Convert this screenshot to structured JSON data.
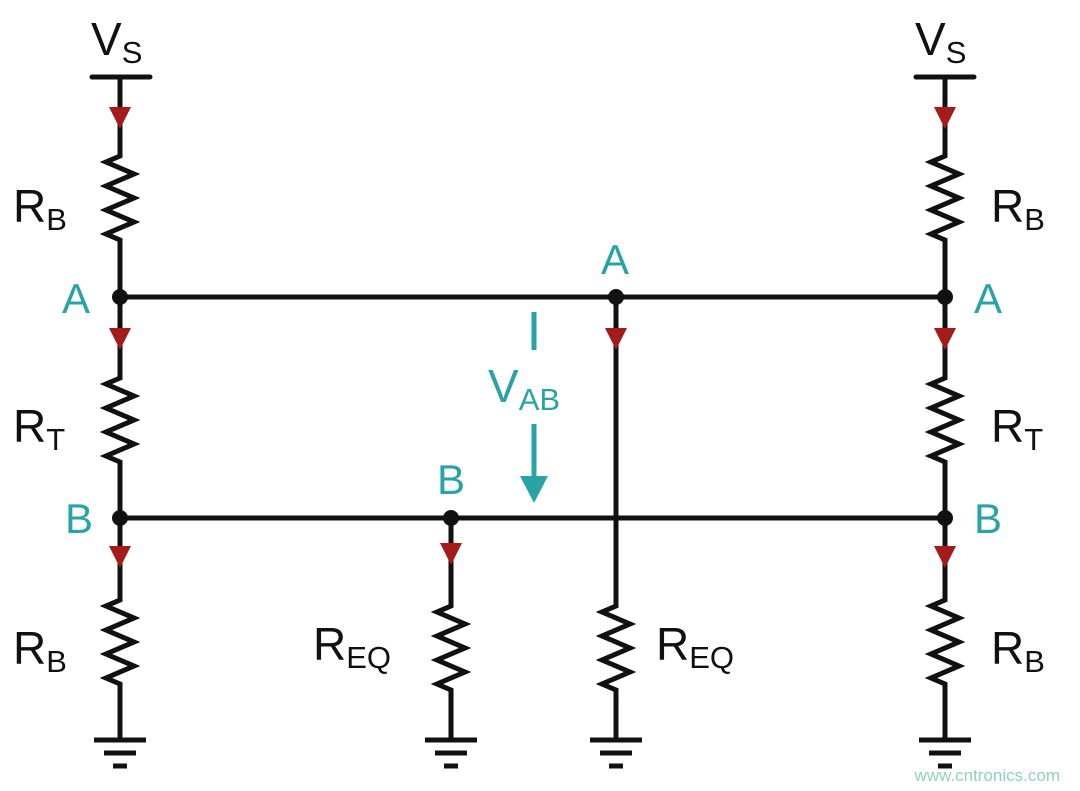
{
  "colors": {
    "wire": "#111111",
    "node_label": "#2aa3a5",
    "current_arrow": "#a31b1b",
    "watermark": "#8fd4b8"
  },
  "labels": {
    "vs_left": {
      "main": "V",
      "sub": "S"
    },
    "vs_right": {
      "main": "V",
      "sub": "S"
    },
    "rb_left_top": {
      "main": "R",
      "sub": "B"
    },
    "rb_right_top": {
      "main": "R",
      "sub": "B"
    },
    "rt_left": {
      "main": "R",
      "sub": "T"
    },
    "rt_right": {
      "main": "R",
      "sub": "T"
    },
    "rb_left_bottom": {
      "main": "R",
      "sub": "B"
    },
    "rb_right_bottom": {
      "main": "R",
      "sub": "B"
    },
    "req_left": {
      "main": "R",
      "sub": "EQ"
    },
    "req_right": {
      "main": "R",
      "sub": "EQ"
    },
    "vab": {
      "main": "V",
      "sub": "AB"
    }
  },
  "nodes": {
    "a_left": "A",
    "a_mid": "A",
    "a_right": "A",
    "b_left": "B",
    "b_mid": "B",
    "b_right": "B"
  },
  "watermark": "www.cntronics.com"
}
